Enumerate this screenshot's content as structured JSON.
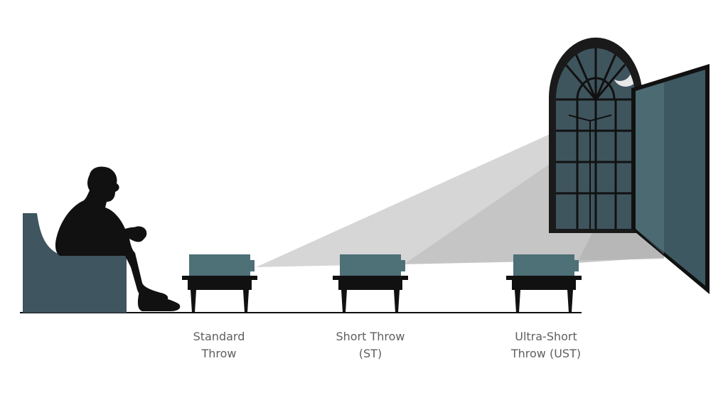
{
  "colors": {
    "background": "#ffffff",
    "silhouette": "#111111",
    "projector": "#4e7077",
    "screen": "#3d5860",
    "chair": "#3f5560",
    "beam": "#c8c8c8",
    "label_text": "#5f5f5f"
  },
  "labels": {
    "standard": {
      "line1": "Standard",
      "line2": "Throw"
    },
    "short": {
      "line1": "Short Throw",
      "line2": "(ST)"
    },
    "ultra_short": {
      "line1": "Ultra-Short",
      "line2": "Throw (UST)"
    }
  },
  "icons": [
    "person-silhouette-icon",
    "chair-icon",
    "projector-icon",
    "table-icon",
    "arched-window-icon",
    "moon-icon",
    "projection-screen-icon"
  ]
}
